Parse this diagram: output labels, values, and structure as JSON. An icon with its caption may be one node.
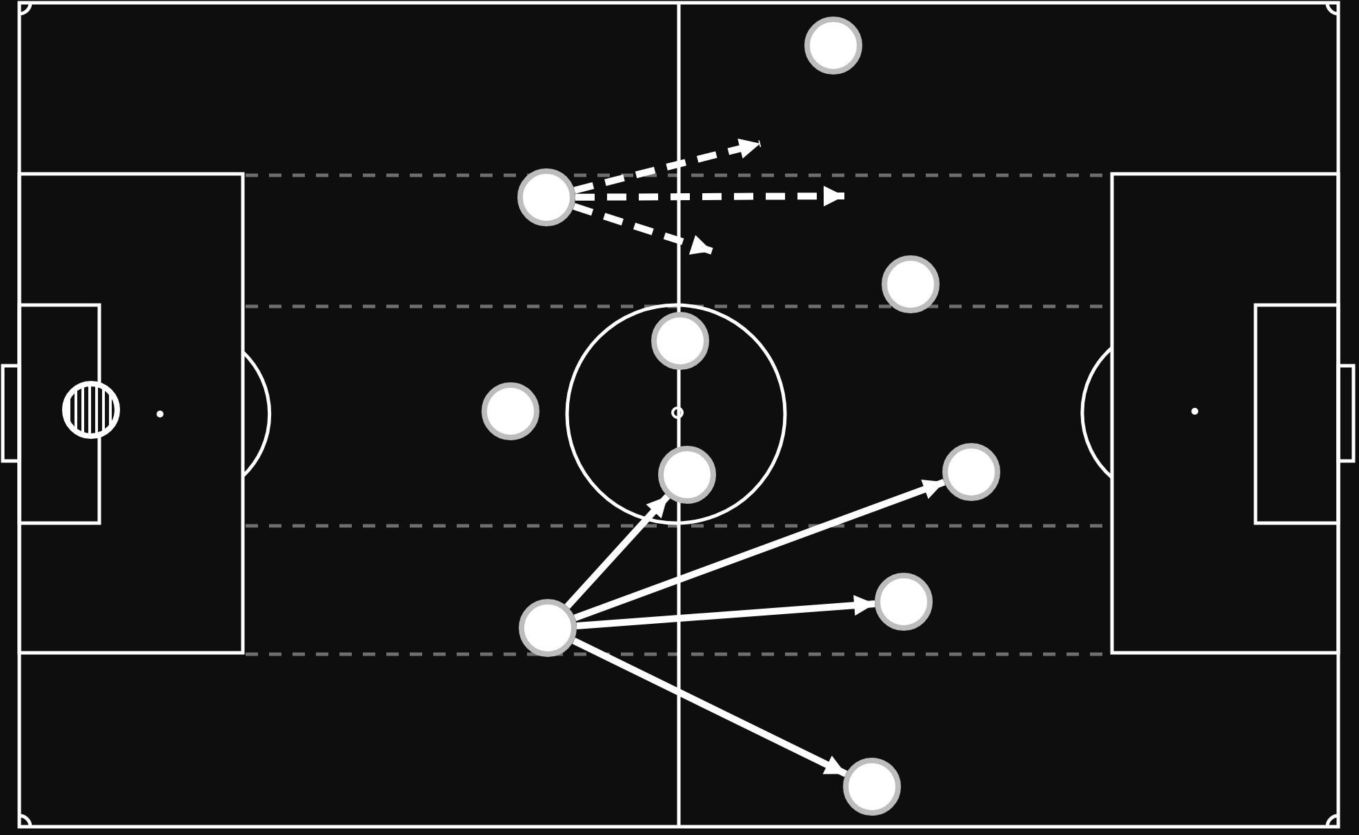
{
  "diagram": {
    "nodes": [
      {
        "text": [],
        "shape": "circle"
      },
      {
        "text": [],
        "shape": "circle"
      },
      {
        "text": [],
        "shape": "circle"
      },
      {
        "text": [],
        "shape": "circle"
      },
      {
        "text": [],
        "shape": "circle"
      },
      {
        "text": [],
        "shape": "circle"
      },
      {
        "text": [],
        "shape": "circle"
      },
      {
        "text": [],
        "shape": "circle"
      },
      {
        "text": [],
        "shape": "circle"
      },
      {
        "text": [],
        "shape": "circle"
      },
      {
        "text": [],
        "shape": "circle"
      }
    ],
    "edges": [
      {
        "from": 2,
        "to": null,
        "arrow": "to",
        "style": "dashed"
      },
      {
        "from": 2,
        "to": null,
        "arrow": "to",
        "style": "dashed"
      },
      {
        "from": 2,
        "to": null,
        "arrow": "to",
        "style": "dashed"
      },
      {
        "from": 3,
        "to": 5,
        "arrow": "to"
      },
      {
        "from": 3,
        "to": 10,
        "arrow": "to"
      },
      {
        "from": 3,
        "to": 8,
        "arrow": "to"
      },
      {
        "from": 3,
        "to": 7,
        "arrow": "to"
      }
    ]
  }
}
